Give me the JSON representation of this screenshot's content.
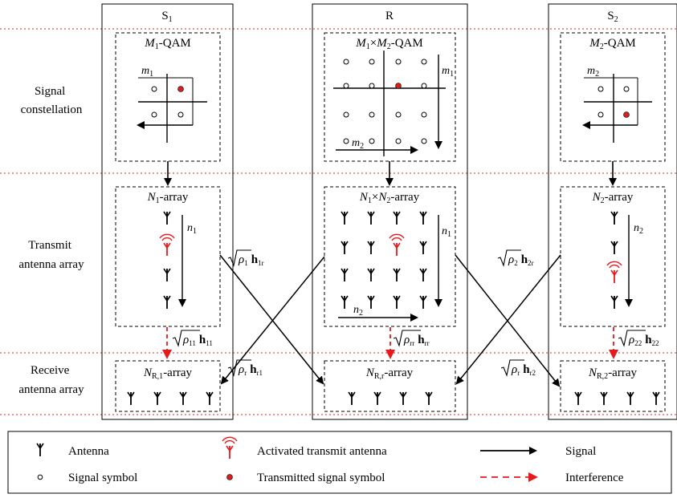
{
  "columns": {
    "s1": {
      "label": "S",
      "sub": "1"
    },
    "r": {
      "label": "R"
    },
    "s2": {
      "label": "S",
      "sub": "2"
    }
  },
  "rows": {
    "signal": {
      "line1": "Signal",
      "line2": "constellation"
    },
    "transmit": {
      "line1": "Transmit",
      "line2": "antenna array"
    },
    "receive": {
      "line1": "Receive",
      "line2": "antenna array"
    }
  },
  "constellation": {
    "s1_title": {
      "var": "M",
      "sub": "1",
      "rest": "-QAM"
    },
    "r_title": {
      "var1": "M",
      "sub1": "1",
      "times": "×",
      "var2": "M",
      "sub2": "2",
      "rest": "-QAM"
    },
    "s2_title": {
      "var": "M",
      "sub": "2",
      "rest": "-QAM"
    },
    "s1_label": {
      "var": "m",
      "sub": "1"
    },
    "r_label_v": {
      "var": "m",
      "sub": "1"
    },
    "r_label_h": {
      "var": "m",
      "sub": "2"
    },
    "s2_label": {
      "var": "m",
      "sub": "2"
    }
  },
  "transmit": {
    "s1_title": {
      "var": "N",
      "sub": "1",
      "rest": "-array"
    },
    "r_title": {
      "var1": "N",
      "sub1": "1",
      "times": "×",
      "var2": "N",
      "sub2": "2",
      "rest": "-array"
    },
    "s2_title": {
      "var": "N",
      "sub": "2",
      "rest": "-array"
    },
    "s1_label": {
      "var": "n",
      "sub": "1"
    },
    "r_label_v": {
      "var": "n",
      "sub": "1"
    },
    "r_label_h": {
      "var": "n",
      "sub": "2"
    },
    "s2_label": {
      "var": "n",
      "sub": "2"
    }
  },
  "receive": {
    "s1_title": {
      "var": "N",
      "sub": "R,1",
      "rest": "-array"
    },
    "r_title": {
      "var": "N",
      "sub": "R,r",
      "rest": "-array"
    },
    "s2_title": {
      "var": "N",
      "sub": "R,2",
      "rest": "-array"
    }
  },
  "channels": {
    "h11": {
      "rho_sub": "11",
      "h_sub": "11"
    },
    "h1r": {
      "rho_sub": "1",
      "h_sub": "1r"
    },
    "hrr": {
      "rho_sub": "rr",
      "h_sub": "rr"
    },
    "hr1": {
      "rho_sub": "r",
      "h_sub": "r1"
    },
    "h2r": {
      "rho_sub": "2",
      "h_sub": "2r"
    },
    "hr2": {
      "rho_sub": "r",
      "h_sub": "r2"
    },
    "h22": {
      "rho_sub": "22",
      "h_sub": "22"
    }
  },
  "symbols": {
    "rho": "ρ",
    "h": "h"
  },
  "legend": {
    "antenna": "Antenna",
    "activated": "Activated transmit antenna",
    "signal": "Signal",
    "symbol": "Signal symbol",
    "transmitted": "Transmitted signal symbol",
    "interference": "Interference"
  },
  "colors": {
    "interference": "#e8191c",
    "transmitted": "#d62020",
    "line": "#000000",
    "divider": "#d9534f"
  },
  "icons": {
    "antenna": "antenna-icon",
    "activated": "activated-antenna-icon",
    "symbol": "open-circle-icon",
    "transmitted": "filled-circle-icon"
  }
}
